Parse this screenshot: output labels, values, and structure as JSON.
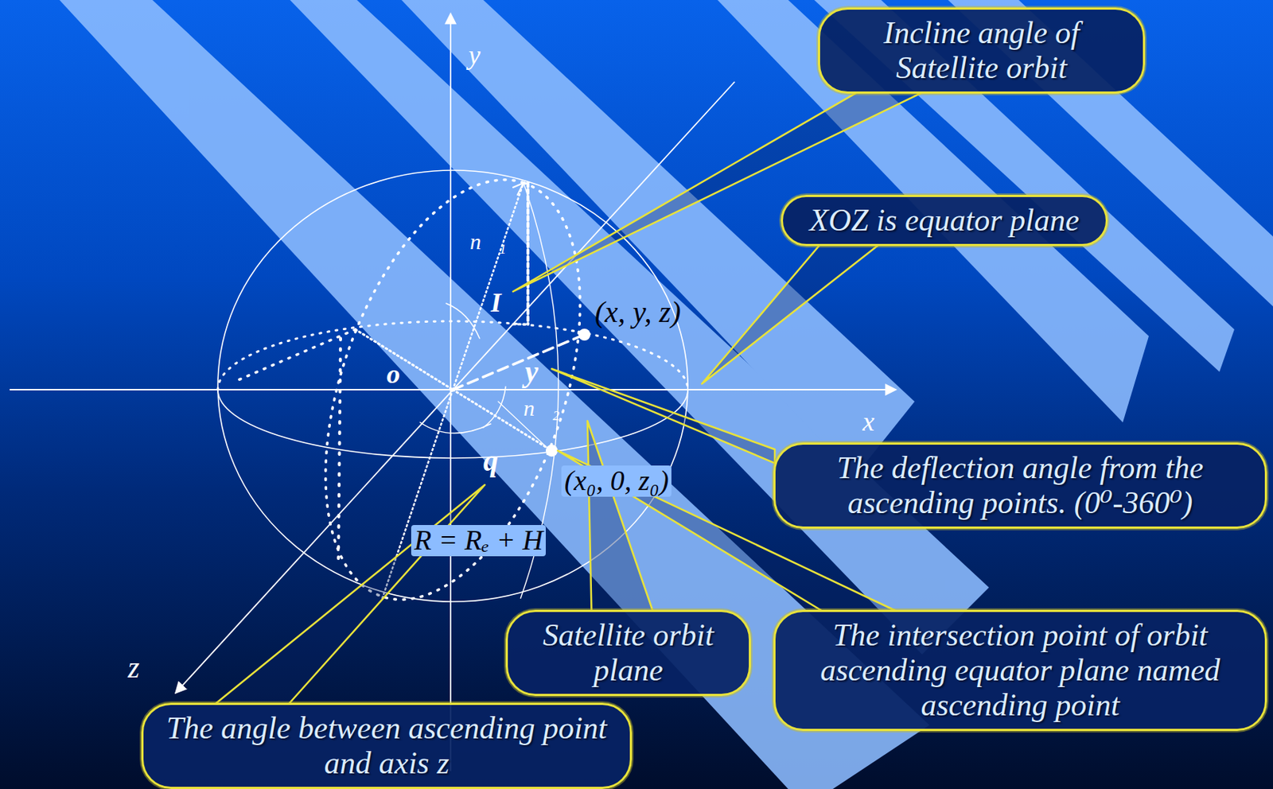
{
  "diagram": {
    "nodes": [
      {
        "text": [
          "Incline angle of Satellite orbit"
        ]
      },
      {
        "text": [
          "XOZ  is equator plane"
        ]
      },
      {
        "text": [
          "The deflection angle from the ascending points. (0⁰-360⁰)"
        ]
      },
      {
        "text": [
          "Satellite orbit plane"
        ]
      },
      {
        "text": [
          "The intersection point of orbit ascending equator plane named ascending point"
        ]
      },
      {
        "text": [
          "The angle between ascending point and axis z"
        ]
      }
    ],
    "labels": [
      "y",
      "x",
      "z",
      "o",
      "I",
      "y",
      "q",
      "n⃗₁",
      "n⃗₂",
      "(x, y, z)",
      "(x₀, 0, z₀)",
      "R = Rₑ + H"
    ]
  }
}
